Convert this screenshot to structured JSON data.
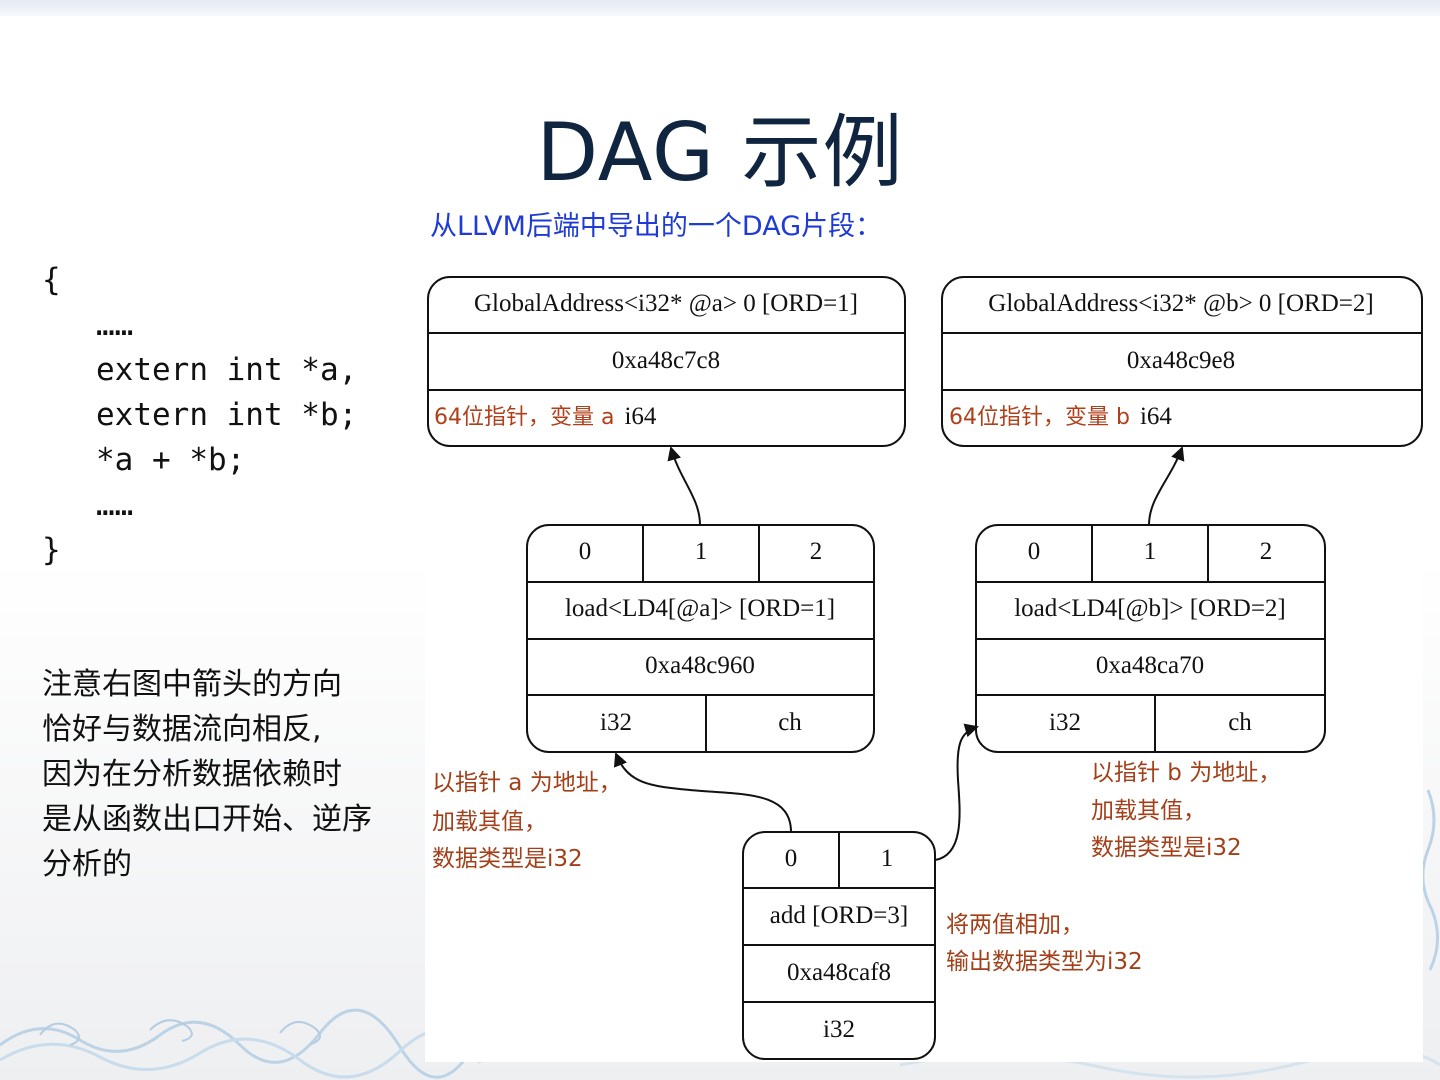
{
  "slide": {
    "title": "DAG 示例"
  },
  "code": {
    "lines": [
      "{",
      "……",
      "extern int *a,",
      "extern int *b;",
      "*a + *b;",
      "……",
      "}"
    ]
  },
  "note": {
    "lines": [
      "注意右图中箭头的方向",
      "恰好与数据流向相反,",
      "因为在分析数据依赖时",
      "是从函数出口开始、逆序",
      "分析的"
    ]
  },
  "diagram": {
    "title": "从LLVM后端中导出的一个DAG片段：",
    "colors": {
      "title": "#1f3bd6",
      "annotation": "#a3401a",
      "node_border": "#111111"
    },
    "nodes": {
      "ga_a": {
        "header": "GlobalAddress<i32* @a> 0 [ORD=1]",
        "address": "0xa48c7c8",
        "note": "64位指针，变量 a",
        "type": "i64"
      },
      "ga_b": {
        "header": "GlobalAddress<i32* @b> 0 [ORD=2]",
        "address": "0xa48c9e8",
        "note": "64位指针，变量 b",
        "type": "i64"
      },
      "load_a": {
        "ports": [
          "0",
          "1",
          "2"
        ],
        "op": "load<LD4[@a]> [ORD=1]",
        "address": "0xa48c960",
        "outputs": [
          "i32",
          "ch"
        ]
      },
      "load_b": {
        "ports": [
          "0",
          "1",
          "2"
        ],
        "op": "load<LD4[@b]> [ORD=2]",
        "address": "0xa48ca70",
        "outputs": [
          "i32",
          "ch"
        ]
      },
      "add": {
        "ports": [
          "0",
          "1"
        ],
        "op": "add [ORD=3]",
        "address": "0xa48caf8",
        "output": "i32"
      }
    },
    "annotations": {
      "load_a": [
        "以指针 a 为地址，",
        "加载其值，",
        "数据类型是i32"
      ],
      "load_b": [
        "以指针 b 为地址，",
        "加载其值，",
        "数据类型是i32"
      ],
      "add": [
        "将两值相加，",
        "输出数据类型为i32"
      ]
    }
  }
}
